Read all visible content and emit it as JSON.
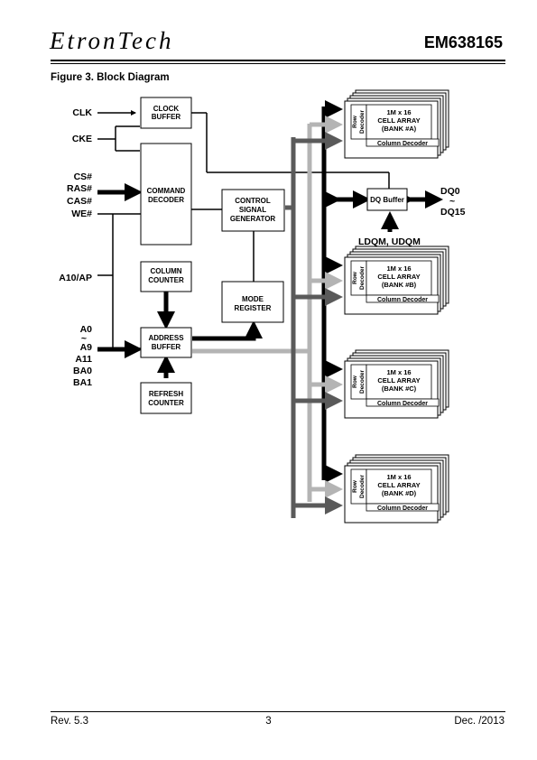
{
  "header": {
    "logo_text": "EtronTech",
    "doc_id": "EM638165",
    "figure_caption": "Figure 3. Block Diagram"
  },
  "diagram": {
    "blocks": {
      "clock_buffer": [
        "CLOCK",
        "BUFFER"
      ],
      "command_decoder": [
        "COMMAND",
        "DECODER"
      ],
      "control_signal_generator": [
        "CONTROL",
        "SIGNAL",
        "GENERATOR"
      ],
      "column_counter": [
        "COLUMN",
        "COUNTER"
      ],
      "mode_register": [
        "MODE",
        "REGISTER"
      ],
      "address_buffer": [
        "ADDRESS",
        "BUFFER"
      ],
      "refresh_counter": [
        "REFRESH",
        "COUNTER"
      ],
      "dq_buffer": "DQ  Buffer"
    },
    "signals": {
      "clk": "CLK",
      "cke": "CKE",
      "cmd": [
        "CS#",
        "RAS#",
        "CAS#",
        "WE#"
      ],
      "a10ap": "A10/AP",
      "addr": [
        "A0",
        "~",
        "A9",
        "A11",
        "BA0",
        "BA1"
      ],
      "dq": [
        "DQ0",
        "~",
        "DQ15"
      ],
      "dqm": "LDQM, UDQM"
    },
    "banks": [
      {
        "cell": [
          "1M x 16",
          "CELL ARRAY",
          "(BANK #A)"
        ],
        "row_decoder": [
          "Row",
          "Decoder"
        ],
        "column_decoder": "Column Decoder"
      },
      {
        "cell": [
          "1M x 16",
          "CELL ARRAY",
          "(BANK #B)"
        ],
        "row_decoder": [
          "Row",
          "Decoder"
        ],
        "column_decoder": "Column Decoder"
      },
      {
        "cell": [
          "1M x 16",
          "CELL ARRAY",
          "(BANK #C)"
        ],
        "row_decoder": [
          "Row",
          "Decoder"
        ],
        "column_decoder": "Column Decoder"
      },
      {
        "cell": [
          "1M x 16",
          "CELL ARRAY",
          "(BANK #D)"
        ],
        "row_decoder": [
          "Row",
          "Decoder"
        ],
        "column_decoder": "Column Decoder"
      }
    ]
  },
  "footer": {
    "rev": "Rev. 5.3",
    "page": "3",
    "date": "Dec. /2013"
  }
}
